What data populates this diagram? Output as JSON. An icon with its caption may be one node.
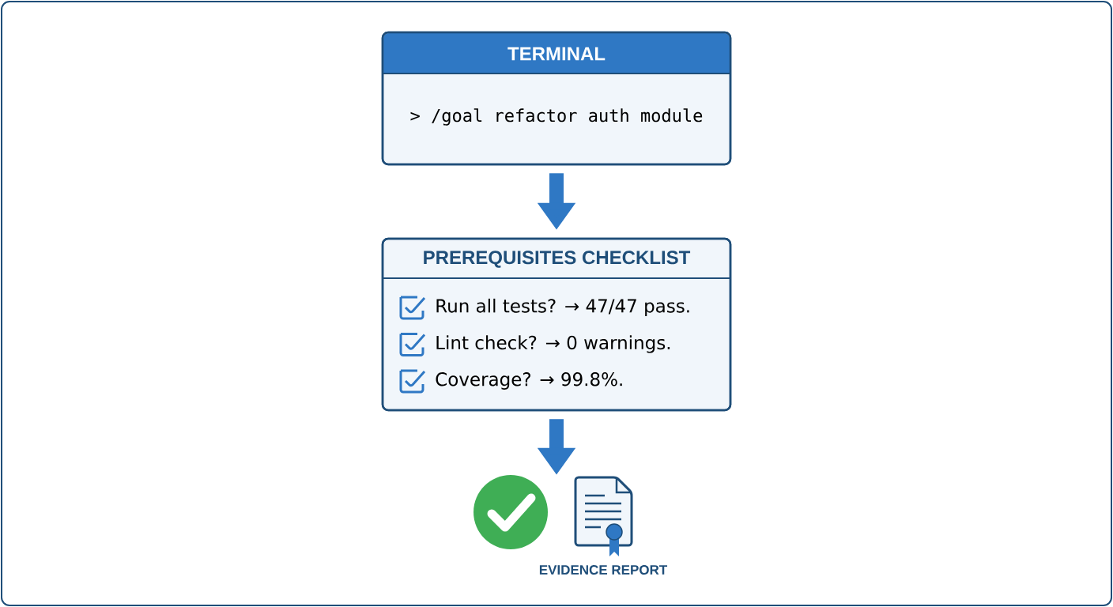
{
  "diagram": {
    "nodes": [
      {
        "text": [
          "TERMINAL",
          "> /goal refactor auth module"
        ]
      },
      {
        "text": [
          "PREREQUISITES CHECKLIST",
          "Run all tests? → 47/47 pass.",
          "Lint check? → 0 warnings.",
          "Coverage? → 99.8%."
        ]
      },
      {
        "text": [],
        "shape": "circle"
      },
      {
        "text": [
          "EVIDENCE REPORT"
        ]
      }
    ],
    "edges": [
      {
        "from": 0,
        "to": 1,
        "arrow": "to"
      },
      {
        "from": 1,
        "to": 3,
        "arrow": "to"
      }
    ]
  }
}
